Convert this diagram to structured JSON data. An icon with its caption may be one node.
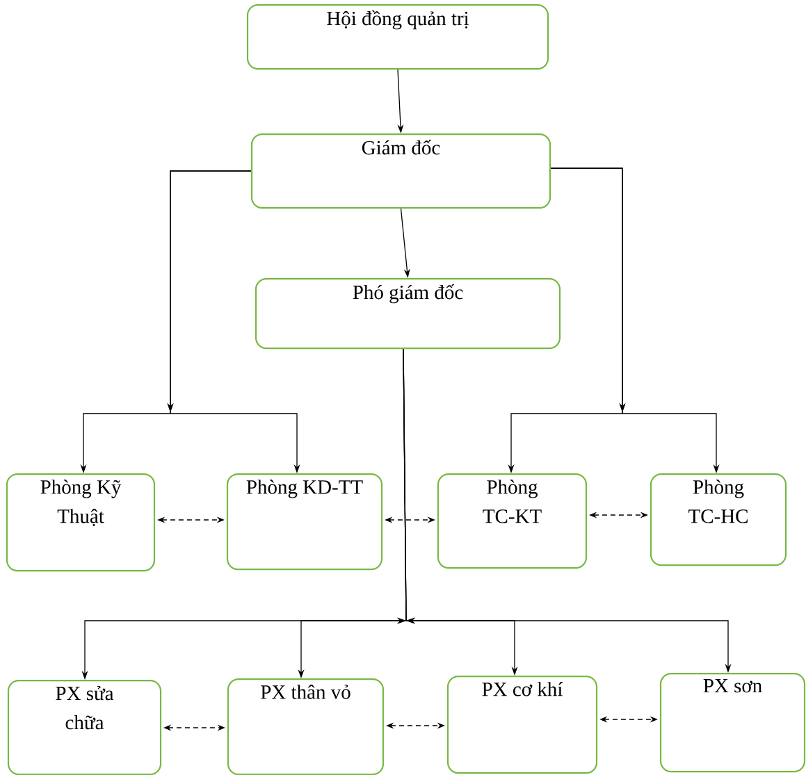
{
  "diagram": {
    "nodes": [
      {
        "text": [
          "Hội đồng quản trị"
        ]
      },
      {
        "text": [
          "Giám đốc"
        ]
      },
      {
        "text": [
          "Phó giám đốc"
        ]
      },
      {
        "text": [
          "Phòng Kỹ Thuật"
        ]
      },
      {
        "text": [
          "Phòng KD-TT"
        ]
      },
      {
        "text": [
          "Phòng TC-KT"
        ]
      },
      {
        "text": [
          "Phòng TC-HC"
        ]
      },
      {
        "text": [
          "PX sửa chữa"
        ]
      },
      {
        "text": [
          "PX thân vỏ"
        ]
      },
      {
        "text": [
          "PX cơ khí"
        ]
      },
      {
        "text": [
          "PX sơn"
        ]
      }
    ],
    "edges": [
      {
        "from": 0,
        "to": 1,
        "arrow": "to"
      },
      {
        "from": 1,
        "to": 2,
        "arrow": "to"
      },
      {
        "from": 1,
        "to": 3,
        "arrow": "to"
      },
      {
        "from": 1,
        "to": 4,
        "arrow": "to"
      },
      {
        "from": 1,
        "to": 5,
        "arrow": "to"
      },
      {
        "from": 1,
        "to": 6,
        "arrow": "to"
      },
      {
        "from": 2,
        "to": 7,
        "arrow": "to"
      },
      {
        "from": 2,
        "to": 8,
        "arrow": "to"
      },
      {
        "from": 2,
        "to": 9,
        "arrow": "to"
      },
      {
        "from": 2,
        "to": 10,
        "arrow": "to"
      },
      {
        "from": 3,
        "to": 4,
        "arrow": "both",
        "style": "dashed"
      },
      {
        "from": 4,
        "to": 5,
        "arrow": "both",
        "style": "dashed"
      },
      {
        "from": 5,
        "to": 6,
        "arrow": "both",
        "style": "dashed"
      },
      {
        "from": 7,
        "to": 8,
        "arrow": "both",
        "style": "dashed"
      },
      {
        "from": 8,
        "to": 9,
        "arrow": "both",
        "style": "dashed"
      },
      {
        "from": 9,
        "to": 10,
        "arrow": "both",
        "style": "dashed"
      }
    ]
  }
}
